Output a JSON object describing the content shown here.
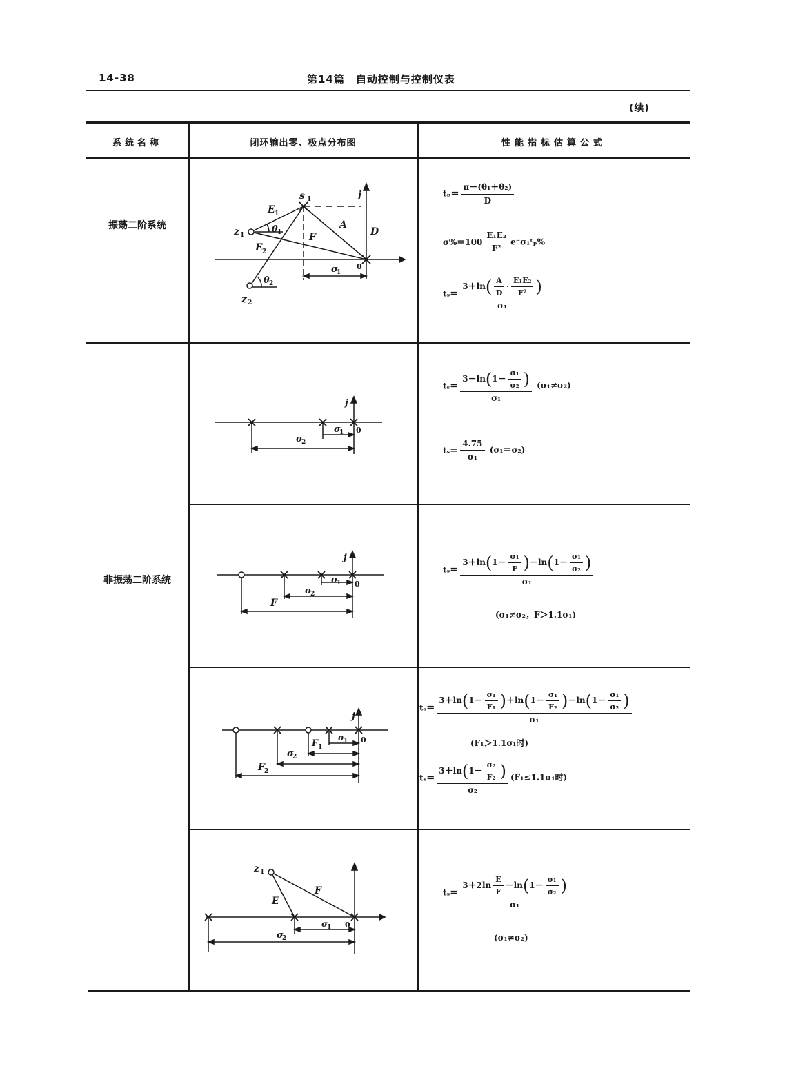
{
  "header": {
    "page_number": "14-38",
    "section_title": "第14篇　自动控制与控制仪表",
    "continued": "(续)"
  },
  "table": {
    "columns": [
      "系统名称",
      "闭环输出零、极点分布图",
      "性能指标估算公式"
    ],
    "rows": [
      {
        "system": "振荡二阶系统",
        "labels": {
          "s1": "s",
          "s1_sub": "1",
          "z1": "z",
          "z1_sub": "1",
          "z2": "z",
          "z2_sub": "2",
          "E1": "E",
          "E1_sub": "1",
          "E2": "E",
          "E2_sub": "2",
          "theta1": "θ",
          "theta1_sub": "1",
          "theta2": "θ",
          "theta2_sub": "2",
          "F": "F",
          "A": "A",
          "D": "D",
          "j": "j",
          "zero": "0",
          "sigma1": "σ",
          "sigma1_sub": "1"
        }
      },
      {
        "system": "",
        "labels": {
          "j": "j",
          "zero": "0",
          "sigma1": "σ",
          "sigma1_sub": "1",
          "sigma2": "σ",
          "sigma2_sub": "2"
        }
      },
      {
        "system": "非振荡二阶系统",
        "labels": {
          "j": "j",
          "zero": "0",
          "sigma1": "σ",
          "sigma1_sub": "1",
          "sigma2": "σ",
          "sigma2_sub": "2",
          "F": "F"
        }
      },
      {
        "system": "",
        "labels": {
          "j": "j",
          "zero": "0",
          "sigma1": "σ",
          "sigma1_sub": "1",
          "sigma2": "σ",
          "sigma2_sub": "2",
          "F1": "F",
          "F1_sub": "1",
          "F2": "F",
          "F2_sub": "2"
        }
      },
      {
        "system": "",
        "labels": {
          "z1": "z",
          "z1_sub": "1",
          "E": "E",
          "F": "F",
          "zero": "0",
          "sigma1": "σ",
          "sigma1_sub": "1",
          "sigma2": "σ",
          "sigma2_sub": "2"
        }
      }
    ]
  },
  "formulas": {
    "r1_tp_num": "π－(θ₁＋θ₂)",
    "r1_tp_den": "D",
    "r1_sigma_lhs": "σ%＝100",
    "r1_sigma_num": "E₁E₂",
    "r1_sigma_den": "F²",
    "r1_sigma_exp": "e⁻σ₁ᵗ",
    "r1_sigma_tail": "ₚ%",
    "r1_ts_num_pre": "3＋ln",
    "r1_ts_frac_num": "A",
    "r1_ts_frac_den": "D",
    "r1_ts_dot": "·",
    "r1_ts_frac2_num": "E₁E₂",
    "r1_ts_frac2_den": "F²",
    "r1_ts_den": "σ₁",
    "r2_ts1_pre": "3－ln",
    "r2_ts1_one": "1－",
    "r2_ts1_fnum": "σ₁",
    "r2_ts1_fden": "σ₂",
    "r2_ts1_den": "σ₁",
    "r2_ts1_cond": "(σ₁≠σ₂)",
    "r2_ts2_num": "4.75",
    "r2_ts2_den": "σ₁",
    "r2_ts2_cond": "(σ₁＝σ₂)",
    "r3_ts_pre": "3＋ln",
    "r3_one_a": "1－",
    "r3_fa_num": "σ₁",
    "r3_fa_den": "F",
    "r3_mid": "－ln",
    "r3_one_b": "1－",
    "r3_fb_num": "σ₁",
    "r3_fb_den": "σ₂",
    "r3_den": "σ₁",
    "r3_cond": "(σ₁≠σ₂，F＞1.1σ₁)",
    "r4_ts1_pre": "3＋ln",
    "r4_one_a": "1－",
    "r4_fa_num": "σ₁",
    "r4_fa_den": "F₁",
    "r4_plus": "＋ln",
    "r4_one_b": "1－",
    "r4_fb_num": "σ₁",
    "r4_fb_den": "F₂",
    "r4_minus": "－ln",
    "r4_one_c": "1－",
    "r4_fc_num": "σ₁",
    "r4_fc_den": "σ₂",
    "r4_ts1_den": "σ₁",
    "r4_cond1": "(F₁＞1.1σ₁时)",
    "r4_ts2_pre": "3＋ln",
    "r4_ts2_one": "1－",
    "r4_ts2_fnum": "σ₂",
    "r4_ts2_fden": "F₂",
    "r4_ts2_den": "σ₂",
    "r4_cond2": "(F₁≤1.1σ₁时)",
    "r5_ts_pre": "3＋2ln",
    "r5_fe_num": "E",
    "r5_fe_den": "F",
    "r5_mid": "－ln",
    "r5_one": "1－",
    "r5_fs_num": "σ₁",
    "r5_fs_den": "σ₂",
    "r5_den": "σ₁",
    "r5_cond": "(σ₁≠σ₂)",
    "tp_lhs": "tₚ＝",
    "ts_lhs": "tₛ＝"
  }
}
